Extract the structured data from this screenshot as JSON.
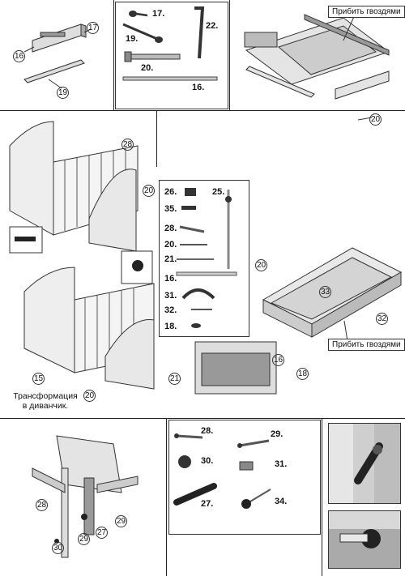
{
  "labels": {
    "nail_note": "Прибить гвоздями",
    "transform_caption_1": "Трансформация",
    "transform_caption_2": "в диванчик."
  },
  "parts_top": {
    "p17": "17.",
    "p19": "19.",
    "p20": "20.",
    "p22": "22.",
    "p16": "16."
  },
  "parts_mid": {
    "p26": "26.",
    "p25": "25.",
    "p35": "35.",
    "p28": "28.",
    "p20": "20.",
    "p21": "21.",
    "p16": "16.",
    "p31": "31.",
    "p32": "32.",
    "p18": "18."
  },
  "parts_bottom": {
    "p28": "28.",
    "p29": "29.",
    "p30": "30.",
    "p31": "31.",
    "p27": "27.",
    "p34": "34."
  },
  "callouts": {
    "c16": "16",
    "c17": "17",
    "c19": "19",
    "c20": "20",
    "c28": "28",
    "c15": "15",
    "c21": "21",
    "c33": "33",
    "c32": "32",
    "c18": "18",
    "c29": "29",
    "c27": "27",
    "c30": "30"
  }
}
